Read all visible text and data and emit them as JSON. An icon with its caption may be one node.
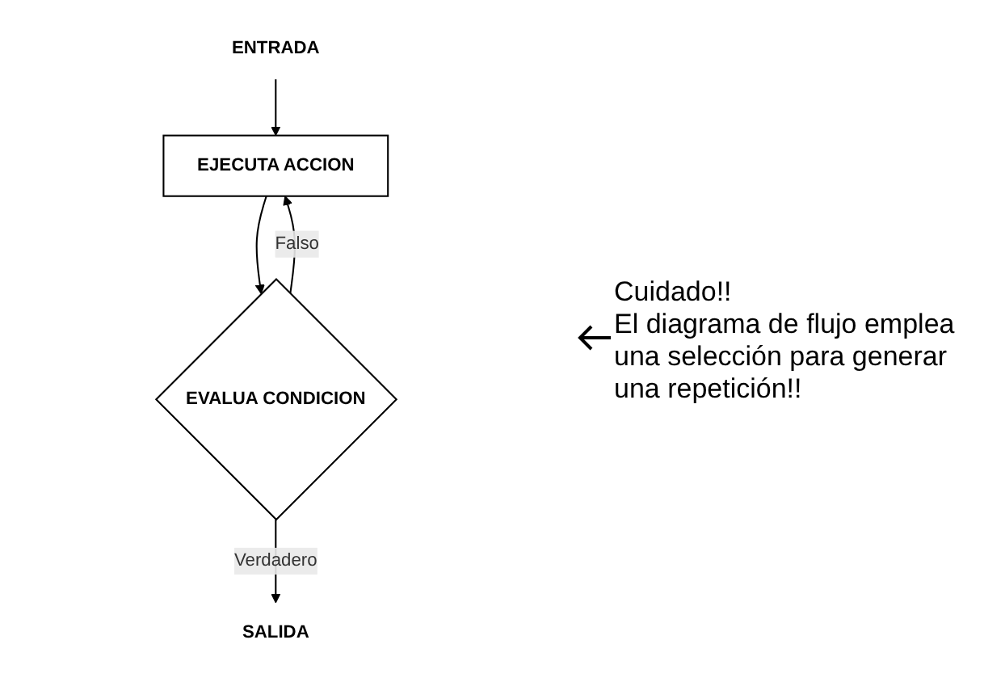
{
  "diagram": {
    "nodes": [
      {
        "text": [
          "ENTRADA"
        ]
      },
      {
        "text": [
          "EJECUTA ACCION"
        ]
      },
      {
        "text": [
          "EVALUA CONDICION"
        ]
      },
      {
        "text": [
          "SALIDA"
        ]
      }
    ],
    "edges": [
      {
        "from": 0,
        "to": 1,
        "arrow": "to"
      },
      {
        "from": 1,
        "to": 2,
        "arrow": "to"
      },
      {
        "from": 2,
        "to": 1,
        "arrow": "to",
        "label": "Falso"
      },
      {
        "from": 2,
        "to": 3,
        "arrow": "to",
        "label": "Verdadero"
      }
    ],
    "labels": [
      "Cuidado!!",
      "El diagrama de flujo emplea una selección para generar una repetición!!"
    ]
  }
}
